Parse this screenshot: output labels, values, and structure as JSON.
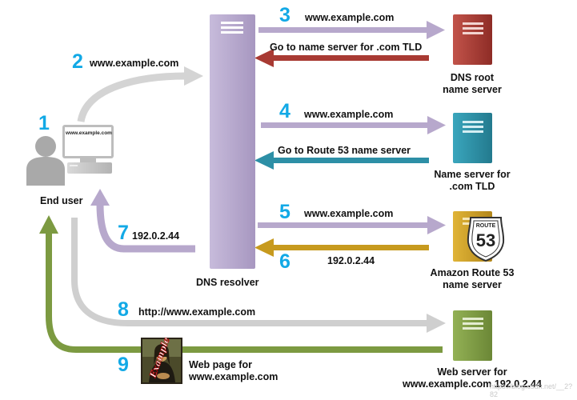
{
  "nodes": {
    "end_user": "End user",
    "dns_resolver": "DNS resolver",
    "root_server": [
      "DNS root",
      "name server"
    ],
    "tld_server": [
      "Name server for",
      ".com TLD"
    ],
    "route53_server": [
      "Amazon Route 53",
      "name server"
    ],
    "web_server": [
      "Web server for",
      "www.example.com 192.0.2.44"
    ]
  },
  "computer_screen_text": "www.example.com",
  "route53_icon": {
    "top": "ROUTE",
    "number": "53"
  },
  "image_art_text": "Example",
  "web_page_caption": [
    "Web page for",
    "www.example.com"
  ],
  "steps": [
    {
      "n": "1"
    },
    {
      "n": "2",
      "label": "www.example.com"
    },
    {
      "n": "3",
      "label": "www.example.com",
      "reply": "Go to name server for .com TLD"
    },
    {
      "n": "4",
      "label": "www.example.com",
      "reply": "Go to Route 53 name server"
    },
    {
      "n": "5",
      "label": "www.example.com"
    },
    {
      "n": "6",
      "label": "192.0.2.44"
    },
    {
      "n": "7",
      "label": "192.0.2.44"
    },
    {
      "n": "8",
      "label": "http://www.example.com"
    },
    {
      "n": "9"
    }
  ],
  "watermark": "https://blog.csdn.net/__2?82",
  "colors": {
    "purple": "#b7a8cc",
    "resolver": "#b9a9d0",
    "gray": "#c7c7c7",
    "red": "#a83a33",
    "teal": "#2d8fa6",
    "gold": "#c79a1e",
    "green": "#7c9a41",
    "step_blue": "#12a9e6"
  },
  "icons": [
    "user-icon",
    "computer-icon",
    "server-icon",
    "route53-shield-icon",
    "mona-lisa-image"
  ]
}
